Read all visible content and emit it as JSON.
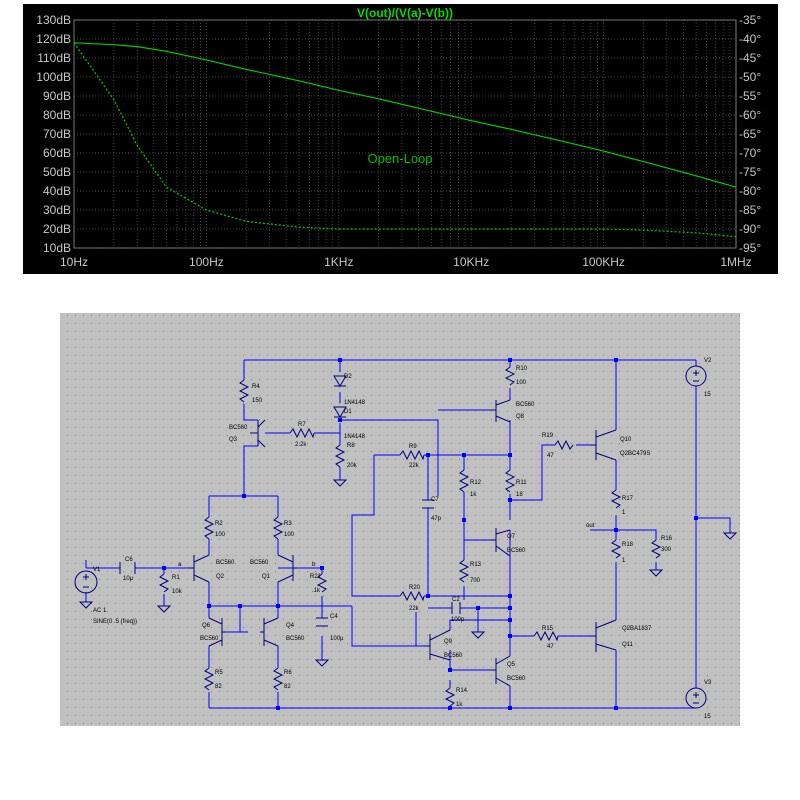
{
  "chart_data": {
    "type": "line",
    "title": "V(out)/(V(a)-V(b))",
    "x_scale": "log",
    "xlim": [
      10,
      1000000
    ],
    "x_ticks": [
      {
        "value": 10,
        "label": "10Hz"
      },
      {
        "value": 100,
        "label": "100Hz"
      },
      {
        "value": 1000,
        "label": "1KHz"
      },
      {
        "value": 10000,
        "label": "10KHz"
      },
      {
        "value": 100000,
        "label": "100KHz"
      },
      {
        "value": 1000000,
        "label": "1MHz"
      }
    ],
    "ylim_left": [
      10,
      130
    ],
    "y_left_ticks": [
      {
        "value": 130,
        "label": "130dB"
      },
      {
        "value": 120,
        "label": "120dB"
      },
      {
        "value": 110,
        "label": "110dB"
      },
      {
        "value": 100,
        "label": "100dB"
      },
      {
        "value": 90,
        "label": "90dB"
      },
      {
        "value": 80,
        "label": "80dB"
      },
      {
        "value": 70,
        "label": "70dB"
      },
      {
        "value": 60,
        "label": "60dB"
      },
      {
        "value": 50,
        "label": "50dB"
      },
      {
        "value": 40,
        "label": "40dB"
      },
      {
        "value": 30,
        "label": "30dB"
      },
      {
        "value": 20,
        "label": "20dB"
      },
      {
        "value": 10,
        "label": "10dB"
      }
    ],
    "ylim_right": [
      -95,
      -35
    ],
    "y_right_ticks": [
      {
        "value": -35,
        "label": "-35°"
      },
      {
        "value": -40,
        "label": "-40°"
      },
      {
        "value": -45,
        "label": "-45°"
      },
      {
        "value": -50,
        "label": "-50°"
      },
      {
        "value": -55,
        "label": "-55°"
      },
      {
        "value": -60,
        "label": "-60°"
      },
      {
        "value": -65,
        "label": "-65°"
      },
      {
        "value": -70,
        "label": "-70°"
      },
      {
        "value": -75,
        "label": "-75°"
      },
      {
        "value": -80,
        "label": "-80°"
      },
      {
        "value": -85,
        "label": "-85°"
      },
      {
        "value": -90,
        "label": "-90°"
      },
      {
        "value": -95,
        "label": "-95°"
      }
    ],
    "grid": true,
    "annotation": "Open-Loop",
    "series": [
      {
        "axis": "left",
        "style": "solid",
        "color": "#00d000",
        "x": [
          10,
          20,
          30,
          50,
          100,
          200,
          500,
          1000,
          2000,
          5000,
          10000,
          20000,
          50000,
          100000,
          200000,
          500000,
          1000000
        ],
        "values": [
          118,
          117,
          116,
          113.5,
          109,
          104,
          98,
          93,
          88.5,
          82,
          77,
          72.5,
          66,
          61,
          55.5,
          48,
          42
        ]
      },
      {
        "axis": "right",
        "style": "dashed",
        "color": "#00d000",
        "x": [
          10,
          20,
          30,
          50,
          100,
          200,
          500,
          1000,
          2000,
          5000,
          10000,
          20000,
          50000,
          100000,
          200000,
          500000,
          1000000
        ],
        "values": [
          -41,
          -56,
          -68,
          -79,
          -85,
          -88,
          -89.5,
          -90,
          -90,
          -90,
          -90,
          -90,
          -90,
          -90,
          -90.3,
          -91,
          -92
        ]
      }
    ]
  },
  "schematic": {
    "colors": {
      "wire": "#0000ff",
      "component": "#000080",
      "label": "#000000",
      "background": "#c0c0c0"
    },
    "labels": [
      {
        "id": "R4",
        "text": "R4"
      },
      {
        "id": "R4v",
        "text": "150"
      },
      {
        "id": "Q3",
        "text": "BC560"
      },
      {
        "id": "Q3n",
        "text": "Q3"
      },
      {
        "id": "R7",
        "text": "R7"
      },
      {
        "id": "R7v",
        "text": "2.2k"
      },
      {
        "id": "D2",
        "text": "D2"
      },
      {
        "id": "D2t",
        "text": "1N4148"
      },
      {
        "id": "D1",
        "text": "D1"
      },
      {
        "id": "D1t",
        "text": "1N4148"
      },
      {
        "id": "R8",
        "text": "R8"
      },
      {
        "id": "R8v",
        "text": "20k"
      },
      {
        "id": "R10",
        "text": "R10"
      },
      {
        "id": "R10v",
        "text": "100"
      },
      {
        "id": "Q8t",
        "text": "BC560"
      },
      {
        "id": "Q8",
        "text": "Q8"
      },
      {
        "id": "R9",
        "text": "R9"
      },
      {
        "id": "R9v",
        "text": "22k"
      },
      {
        "id": "R19",
        "text": "R19"
      },
      {
        "id": "R19v",
        "text": "47"
      },
      {
        "id": "Q10",
        "text": "Q10"
      },
      {
        "id": "Q10t",
        "text": "Q2BC479S"
      },
      {
        "id": "V2",
        "text": "V2"
      },
      {
        "id": "V2v",
        "text": "15"
      },
      {
        "id": "R2",
        "text": "R2"
      },
      {
        "id": "R2v",
        "text": "100"
      },
      {
        "id": "R3",
        "text": "R3"
      },
      {
        "id": "R3v",
        "text": "100"
      },
      {
        "id": "R12",
        "text": "R12"
      },
      {
        "id": "R12v",
        "text": "1k"
      },
      {
        "id": "R11",
        "text": "R11"
      },
      {
        "id": "R11v",
        "text": "18"
      },
      {
        "id": "C7",
        "text": "C7"
      },
      {
        "id": "C7v",
        "text": "47p"
      },
      {
        "id": "R17",
        "text": "R17"
      },
      {
        "id": "R17v",
        "text": "1"
      },
      {
        "id": "out",
        "text": "out"
      },
      {
        "id": "R18",
        "text": "R18"
      },
      {
        "id": "R18v",
        "text": "1"
      },
      {
        "id": "R16",
        "text": "R16"
      },
      {
        "id": "R16v",
        "text": "300"
      },
      {
        "id": "Q7",
        "text": "Q7"
      },
      {
        "id": "Q7t",
        "text": "BC560"
      },
      {
        "id": "V1",
        "text": "V1"
      },
      {
        "id": "C6",
        "text": "C6"
      },
      {
        "id": "C6v",
        "text": "10µ"
      },
      {
        "id": "a",
        "text": "a"
      },
      {
        "id": "R1",
        "text": "R1"
      },
      {
        "id": "R1v",
        "text": "10k"
      },
      {
        "id": "Q2t",
        "text": "BC560"
      },
      {
        "id": "Q2",
        "text": "Q2"
      },
      {
        "id": "Q1t",
        "text": "BC560"
      },
      {
        "id": "Q1",
        "text": "Q1"
      },
      {
        "id": "b",
        "text": "b"
      },
      {
        "id": "R21",
        "text": "R21"
      },
      {
        "id": "R21v",
        "text": ".1k"
      },
      {
        "id": "R13",
        "text": "R13"
      },
      {
        "id": "R13v",
        "text": "700"
      },
      {
        "id": "AC",
        "text": "AC 1"
      },
      {
        "id": "SINE",
        "text": "SINE(0 .5 {freq})"
      },
      {
        "id": "C4",
        "text": "C4"
      },
      {
        "id": "C4v",
        "text": "100µ"
      },
      {
        "id": "R20",
        "text": "R20"
      },
      {
        "id": "R20v",
        "text": "22k"
      },
      {
        "id": "C2",
        "text": "C2"
      },
      {
        "id": "C2v",
        "text": "100p"
      },
      {
        "id": "R15",
        "text": "R15"
      },
      {
        "id": "R15v",
        "text": "47"
      },
      {
        "id": "Q11t",
        "text": "Q2BA1837"
      },
      {
        "id": "Q11",
        "text": "Q11"
      },
      {
        "id": "Q6",
        "text": "Q6"
      },
      {
        "id": "Q6t",
        "text": "BC560"
      },
      {
        "id": "Q4",
        "text": "Q4"
      },
      {
        "id": "Q4t",
        "text": "BC560"
      },
      {
        "id": "Q9",
        "text": "Q9"
      },
      {
        "id": "Q9t",
        "text": "BC560"
      },
      {
        "id": "Q5",
        "text": "Q5"
      },
      {
        "id": "Q5t",
        "text": "BC560"
      },
      {
        "id": "R5",
        "text": "R5"
      },
      {
        "id": "R5v",
        "text": "82"
      },
      {
        "id": "R6",
        "text": "R6"
      },
      {
        "id": "R6v",
        "text": "82"
      },
      {
        "id": "R14",
        "text": "R14"
      },
      {
        "id": "R14v",
        "text": "1k"
      },
      {
        "id": "V3",
        "text": "V3"
      },
      {
        "id": "V3v",
        "text": "15"
      }
    ]
  }
}
